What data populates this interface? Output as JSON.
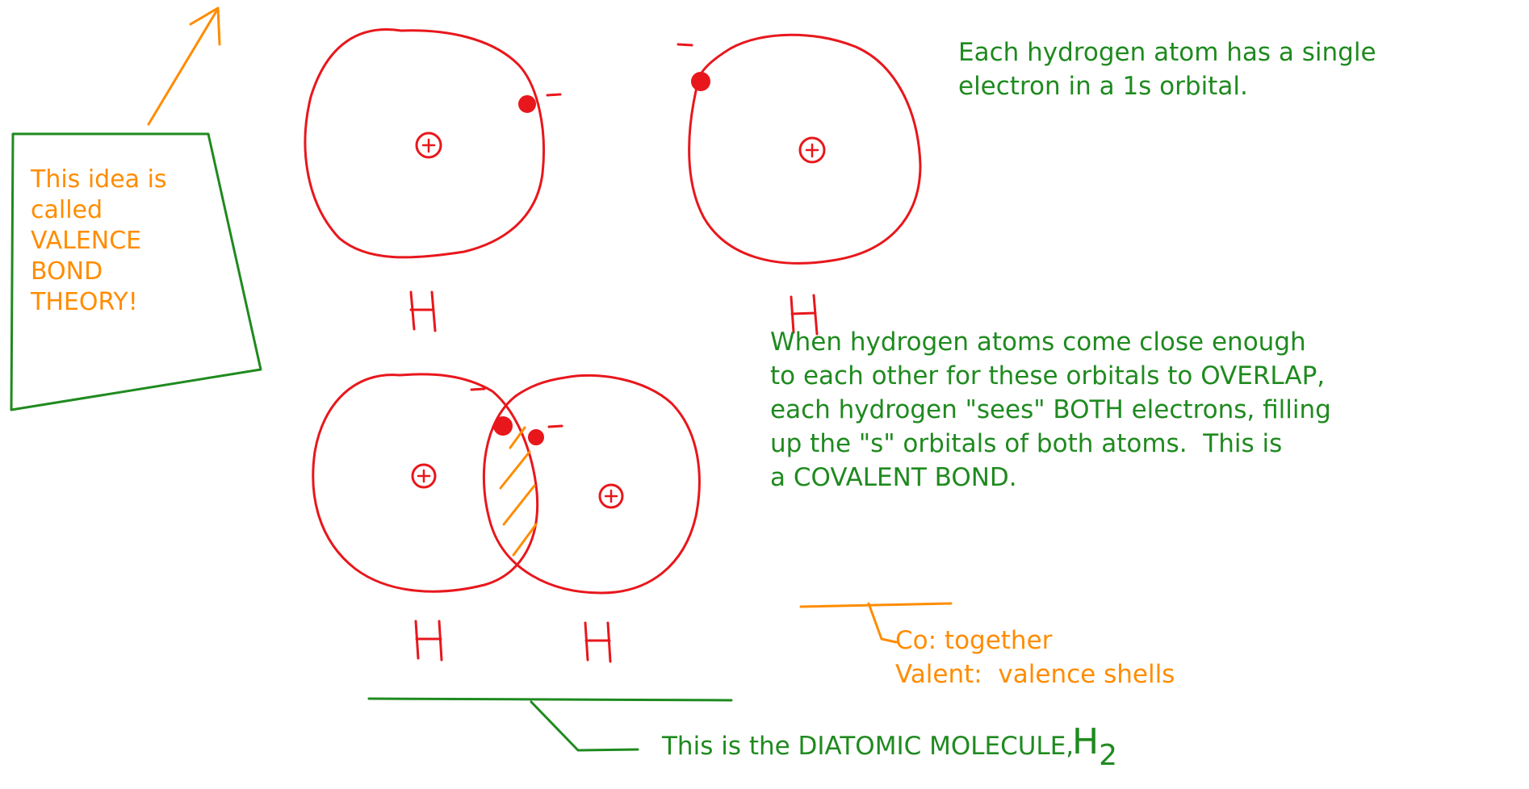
{
  "colors": {
    "green": "#1f8a1f",
    "orange": "#ff8c00",
    "red": "#e8171c"
  },
  "labels": {
    "h_atom_symbol": "H",
    "proton_sign": "+",
    "electron_sign": "–"
  },
  "notes": {
    "single_electron": "Each hydrogen atom has a single\nelectron in a 1s orbital.",
    "overlap": "When hydrogen atoms come close enough\nto each other for these orbitals to OVERLAP,\neach hydrogen \"sees\" BOTH electrons, filling\nup the \"s\" orbitals of both atoms.  This is\na COVALENT BOND.",
    "covalent_meaning": "Co: together\nValent:  valence shells",
    "valence_bond_box": "This idea is\ncalled\nVALENCE\nBOND\nTHEORY!",
    "diatomic_prefix": "This is the DIATOMIC MOLECULE,",
    "h2_symbol": "H",
    "h2_subscript": "2"
  }
}
